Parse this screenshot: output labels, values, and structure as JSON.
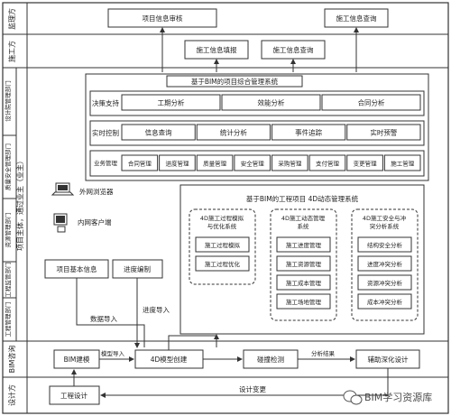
{
  "lanes": {
    "supervision": "监理方",
    "construction": "施工方",
    "design_institute": "设计院管理部门",
    "quality_safety": "质量安全管理部门",
    "engineering": "工程监管部门",
    "owner": "业主",
    "owner_full": "项目主体，通过业主（业主）",
    "resource": "资源管理部门",
    "eng_mgmt": "工程管理部门",
    "bim_consult": "BIM咨询",
    "design": "设计方"
  },
  "top": {
    "progress_audit": "项目信息审核",
    "construction_query_top": "施工信息查询",
    "construction_report": "施工信息填报",
    "construction_query": "施工信息查询"
  },
  "platform": {
    "title": "基于BIM的项目综合管理系统",
    "row1_label": "决策支持",
    "row1_items": [
      "工期分析",
      "效能分析",
      "合同分析"
    ],
    "row2_label": "实时控制",
    "row2_items": [
      "信息查询",
      "统计分析",
      "事件追踪",
      "实时预警"
    ],
    "row3_label": "业务管理",
    "row3_items": [
      "合同管理",
      "进度管理",
      "质量管理",
      "安全管理",
      "采购管理",
      "支付管理",
      "变更管理",
      "施工管理"
    ]
  },
  "clients": {
    "web_browser": "外网浏览器",
    "intranet_client": "内网客户端"
  },
  "system4d": {
    "title": "基于BIM的工程项目 4D动态管理系统",
    "col1_title": "4D施工过程模拟与优化系统",
    "col1_items": [
      "施工过程模拟",
      "施工过程优化"
    ],
    "col2_title": "4D施工动态管理系统",
    "col2_items": [
      "施工进度管理",
      "施工资源管理",
      "施工成本管理",
      "施工场地管理"
    ],
    "col3_title": "4D施工安全与冲突分析系统",
    "col3_items": [
      "结构安全分析",
      "进度冲突分析",
      "资源冲突分析",
      "成本冲突分析"
    ]
  },
  "inputs": {
    "project_info": "项目基本信息",
    "schedule": "进度编制",
    "data_import": "数据导入",
    "schedule_import": "进度导入"
  },
  "bim_row": {
    "bim_model": "BIM建模",
    "model_import": "模型导入",
    "model_4d": "4D模型创建",
    "collision": "碰撞检测",
    "analysis_result": "分析结果",
    "deepening": "辅助深化设计"
  },
  "design_row": {
    "engineering_design": "工程设计",
    "design_change": "设计变更"
  },
  "watermark": "BIM学习资源库",
  "colors": {
    "stroke": "#333333",
    "background": "#ffffff"
  }
}
